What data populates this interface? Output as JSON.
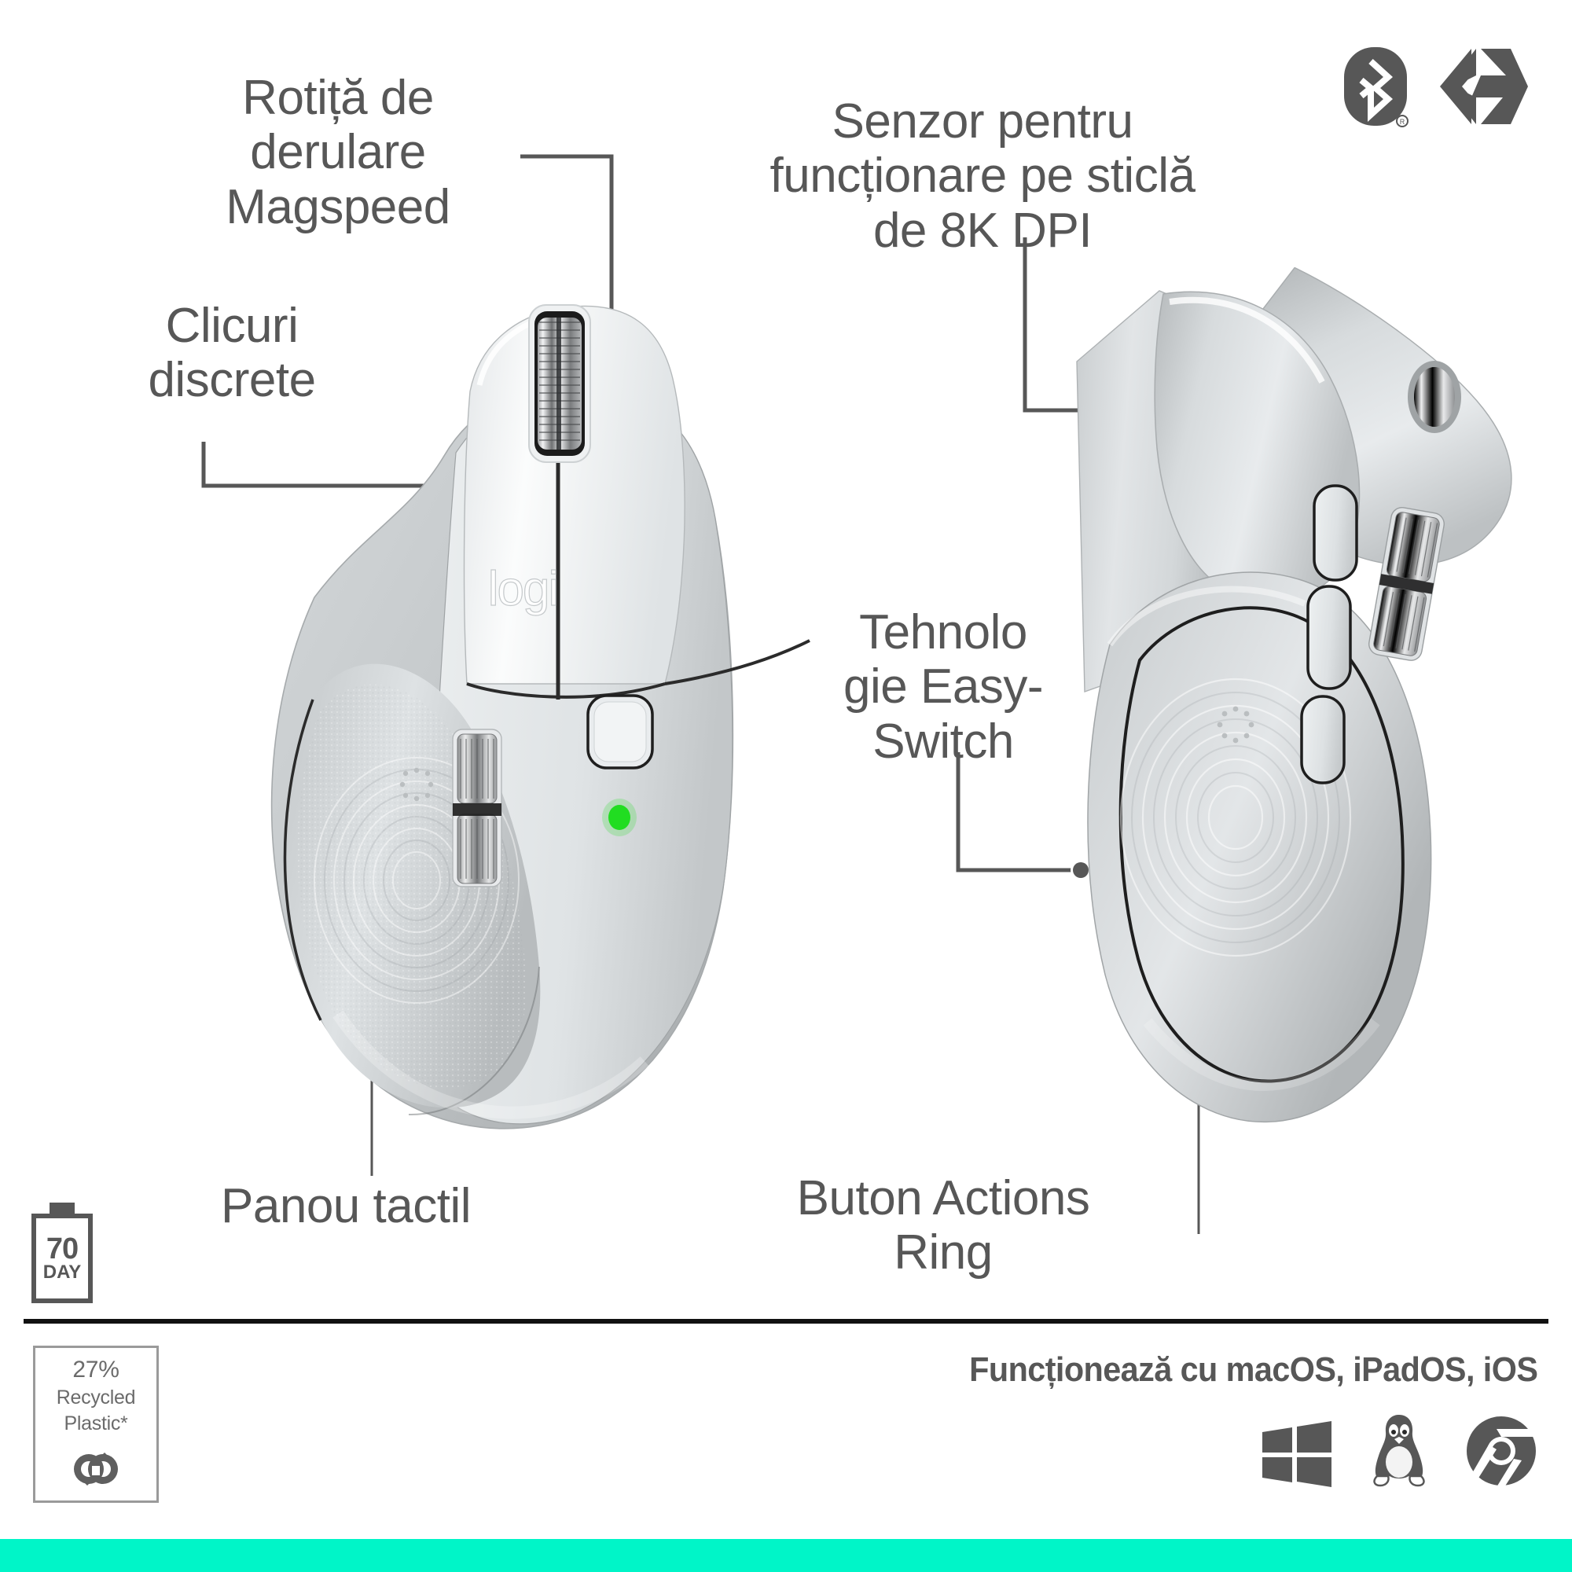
{
  "page": {
    "background_color": "#FFFFFF",
    "accent_bar_color": "#00F5C8",
    "text_color": "#575757",
    "divider_color": "#111111"
  },
  "brand_icons": [
    {
      "name": "bluetooth-icon",
      "label": "Bluetooth"
    },
    {
      "name": "logi-bolt-icon",
      "label": "Logi Bolt"
    }
  ],
  "callouts": [
    {
      "id": "scroll-wheel",
      "text": "Rotiță de\nderulare\nMagspeed",
      "align": "center"
    },
    {
      "id": "sensor",
      "text": "Senzor pentru\nfuncționare pe sticlă\nde 8K DPI",
      "align": "center"
    },
    {
      "id": "quiet-clicks",
      "text": "Clicuri\ndiscrete",
      "align": "center"
    },
    {
      "id": "easy-switch",
      "text": "Tehnolo\ngie Easy-\nSwitch",
      "align": "center"
    },
    {
      "id": "touch-panel",
      "text": "Panou tactil",
      "align": "center"
    },
    {
      "id": "actions-ring",
      "text": "Buton Actions\nRing",
      "align": "center"
    }
  ],
  "product": {
    "logo_text": "logi",
    "led_color": "#22DD22"
  },
  "badges": {
    "battery": {
      "name": "battery-life-badge",
      "value": "70",
      "unit": "DAY"
    },
    "recycled": {
      "name": "recycled-plastic-badge",
      "percent": "27%",
      "line2": "Recycled",
      "line3": "Plastic*"
    }
  },
  "compatibility": {
    "text": "Funcționează cu macOS, iPadOS, iOS",
    "os_icons": [
      {
        "name": "windows-icon",
        "label": "Windows"
      },
      {
        "name": "linux-icon",
        "label": "Linux"
      },
      {
        "name": "chrome-os-icon",
        "label": "Chrome OS"
      }
    ]
  }
}
